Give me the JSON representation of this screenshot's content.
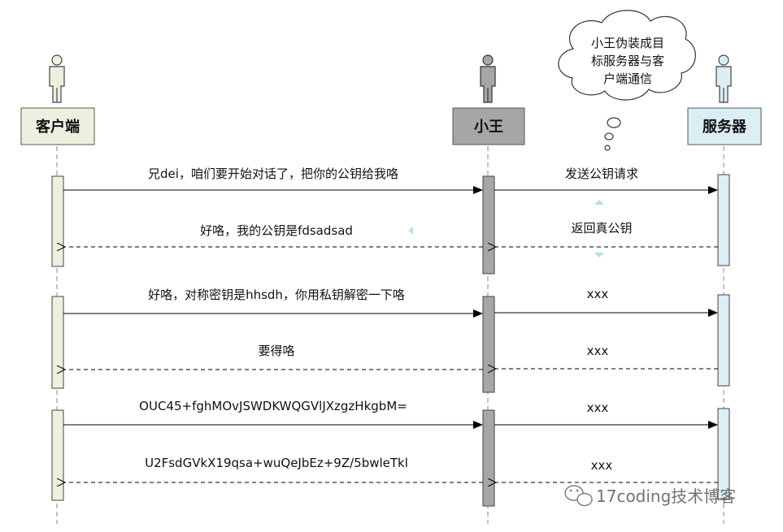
{
  "actors": {
    "client": {
      "label": "客户端",
      "fill": "#ebf1de"
    },
    "attacker": {
      "label": "小王",
      "fill": "#a6a6a6"
    },
    "server": {
      "label": "服务器",
      "fill": "#dbeef4"
    }
  },
  "thought_bubble": {
    "lines": [
      "小王伪装成目",
      "标服务器与客",
      "户端通信"
    ]
  },
  "messages": {
    "m1": "兄dei，咱们要开始对话了，把你的公钥给我咯",
    "m2": "发送公钥请求",
    "m3": "返回真公钥",
    "m4": "好咯，我的公钥是fdsadsad",
    "m5": "好咯，对称密钥是hhsdh，你用私钥解密一下咯",
    "m6": "xxx",
    "m7": "要得咯",
    "m8": "xxx",
    "m9": "OUC45+fghMOvJSWDKWQGVlJXzgzHkgbM=",
    "m10": "xxx",
    "m11": "U2FsdGVkX19qsa+wuQeJbEz+9Z/5bwleTkl",
    "m12": "xxx"
  },
  "watermark": {
    "text": "17coding技术博客"
  },
  "colors": {
    "client": "#ebf1de",
    "attacker": "#a6a6a6",
    "server": "#dbeef4",
    "marker": "#b7dde8"
  }
}
